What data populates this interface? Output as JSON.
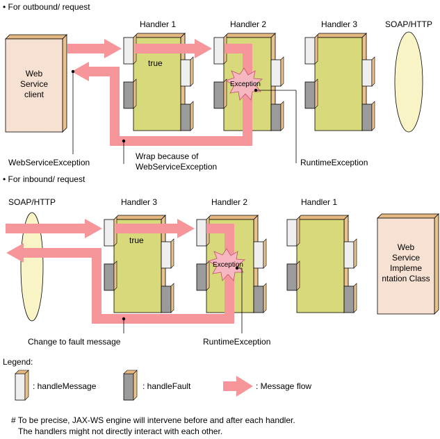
{
  "outbound": {
    "heading": "• For outbound/ request",
    "client_label_lines": [
      "Web",
      "Service",
      "client"
    ],
    "handler_labels": [
      "Handler 1",
      "Handler 2",
      "Handler 3"
    ],
    "protocol_label": "SOAP/HTTP",
    "true_label": "true",
    "exception_label": "Exception",
    "ws_exception_label": "WebServiceException",
    "wrap_label_lines": [
      "Wrap because of",
      "WebServiceException"
    ],
    "runtime_label": "RuntimeException"
  },
  "inbound": {
    "heading": "• For inbound/ request",
    "protocol_label": "SOAP/HTTP",
    "handler_labels": [
      "Handler 3",
      "Handler 2",
      "Handler 1"
    ],
    "impl_label_lines": [
      "Web",
      "Service",
      "Impleme",
      "ntation Class"
    ],
    "true_label": "true",
    "exception_label": "Exception",
    "fault_label": "Change to fault message",
    "runtime_label": "RuntimeException"
  },
  "legend": {
    "title": "Legend:",
    "handle_message": ": handleMessage",
    "handle_fault": ": handleFault",
    "message_flow": ": Message flow"
  },
  "note_lines": [
    "# To be precise, JAX-WS engine will intervene before and after each handler.",
    "The handlers might not directly interact with each other."
  ],
  "colors": {
    "handler_fill": "#d8d97a",
    "side_fill": "#e9c28d",
    "client_fill": "#f6e1d2",
    "arrow": "#f6959a",
    "fault_tab": "#9b9b9b",
    "message_tab": "#efefef",
    "oval_fill": "#f8f4c5"
  }
}
